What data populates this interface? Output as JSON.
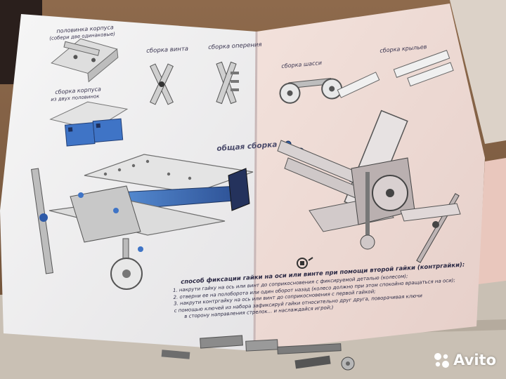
{
  "captions": {
    "half_body": "половинка корпуса",
    "half_body_sub": "(собери две одинаковые)",
    "propeller": "сборка винта",
    "tail": "сборка оперения",
    "join_body": "сборка корпуса",
    "join_body_sub": "из двух половинок",
    "general": "общая сборка",
    "chassis": "сборка шасси",
    "wings": "сборка крыльев"
  },
  "instructions": {
    "title": "способ фиксации гайки на оси или винте при помощи второй гайки (контргайки):",
    "lines": [
      "1. накрути гайку на ось или винт до соприкосновения с фиксируемой деталью (колесом);",
      "2. отверни ее на полоборота или один оборот назад (колесо должно при этом спокойно вращаться на оси);",
      "3. накрути контргайку на ось или винт до соприкосновения с первой гайкой;",
      "с помощью ключей из набора зафиксируй гайки относительно друг друга, поворачивая ключи",
      "в сторону направления стрелок... и наслаждайся игрой;)"
    ]
  },
  "watermark": {
    "text": "Avito",
    "color": "#ffffff"
  },
  "colors": {
    "paper": "#f1f0ef",
    "paper_right": "#ecd6d1",
    "cardboard": "#c9c0b4",
    "metal_blue": "#3f74c6",
    "metal_grey": "#b8b4b4",
    "dark_metal": "#4f4b4f"
  }
}
